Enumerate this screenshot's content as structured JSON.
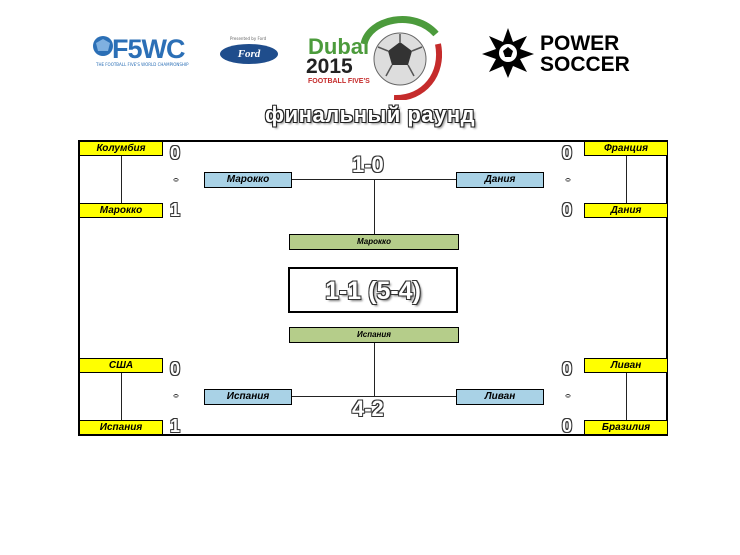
{
  "logos": {
    "f5wc": {
      "text": "F5WC",
      "tagline": "THE FOOTBALL FIVE'S WORLD CHAMPIONSHIP"
    },
    "ford": {
      "text": "Ford",
      "small": "Presented by Ford"
    },
    "dubai": {
      "city": "Dubai",
      "year": "2015",
      "subtitle": "FOOTBALL FIVE'S"
    },
    "power_soccer": {
      "line1": "POWER",
      "line2": "SOCCER"
    }
  },
  "title": "финальный раунд",
  "semifinals": [
    {
      "home": "Колумбия",
      "away": "Марокко",
      "home_score": "0",
      "away_score": "1",
      "dash": "-"
    },
    {
      "home": "Франция",
      "away": "Дания",
      "home_score": "0",
      "away_score": "0",
      "dash": "-"
    },
    {
      "home": "США",
      "away": "Испания",
      "home_score": "0",
      "away_score": "1",
      "dash": "-"
    },
    {
      "home": "Ливан",
      "away": "Бразилия",
      "home_score": "0",
      "away_score": "0",
      "dash": "-"
    }
  ],
  "top_match": {
    "left": "Марокко",
    "right": "Дания",
    "score": "1-0"
  },
  "bottom_match": {
    "left": "Испания",
    "right": "Ливан",
    "score": "4-2"
  },
  "final": {
    "top_team": "Марокко",
    "bottom_team": "Испания",
    "score": "1-1 (5-4)"
  }
}
